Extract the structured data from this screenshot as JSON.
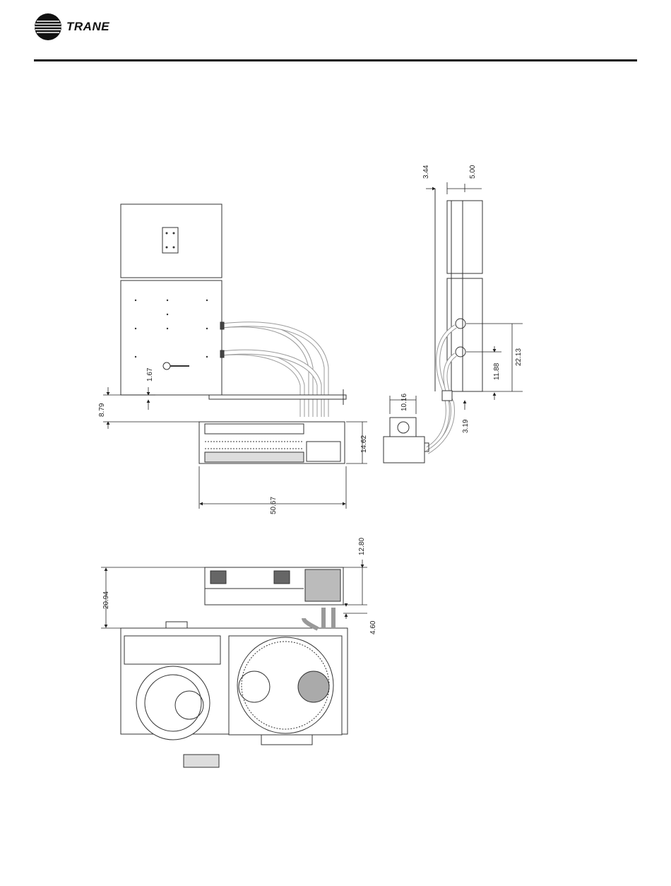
{
  "brand": {
    "name": "TRANE",
    "logo_icon": "trane-globe-icon",
    "accent_color": "#000000"
  },
  "dimensions": {
    "top_view": {
      "d_8_79": "8.79",
      "d_1_67": "1.67",
      "d_14_62": "14.62",
      "d_50_67": "50.67"
    },
    "side_view": {
      "d_3_44": "3.44",
      "d_5_00": "5.00",
      "d_22_13": "22.13",
      "d_11_88": "11.88",
      "d_10_16": "10.16",
      "d_3_19": "3.19"
    },
    "bottom_view": {
      "d_12_80": "12.80",
      "d_20_94": "20.94",
      "d_4_60": "4.60"
    }
  }
}
